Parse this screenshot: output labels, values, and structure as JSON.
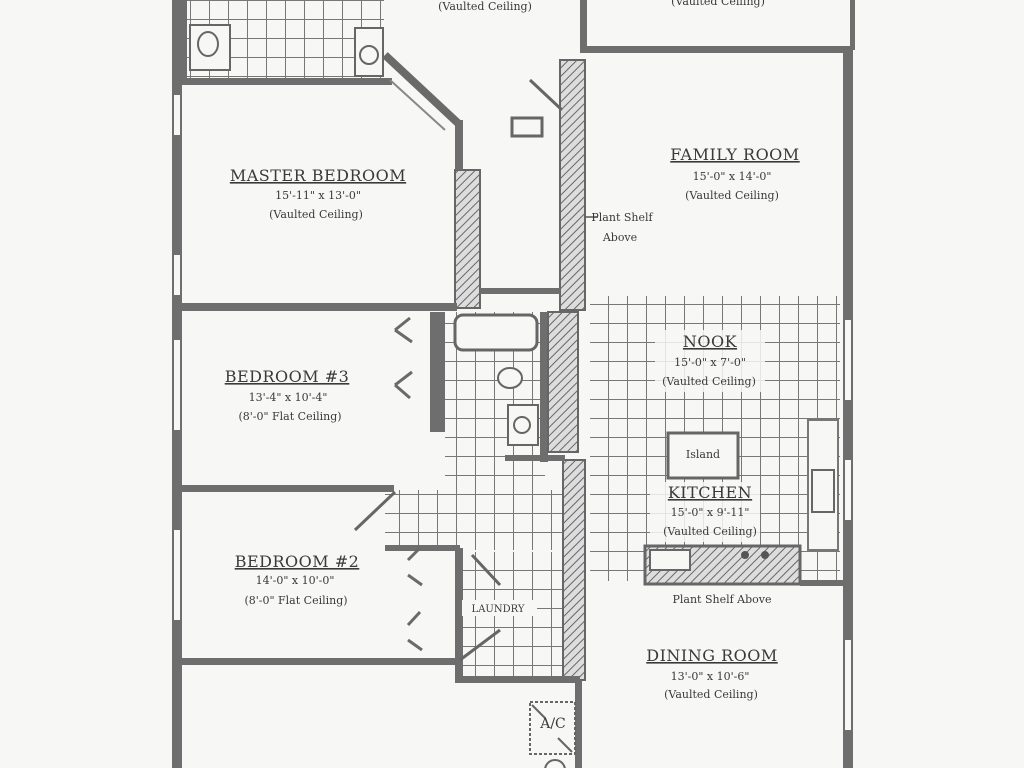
{
  "top_labels": {
    "left_ceiling": "(Vaulted Ceiling)",
    "right_ceiling": "(Vaulted Ceiling)"
  },
  "rooms": {
    "master_bedroom": {
      "name": "MASTER BEDROOM",
      "size": "15'-11\" x 13'-0\"",
      "ceiling": "(Vaulted Ceiling)"
    },
    "family_room": {
      "name": "FAMILY ROOM",
      "size": "15'-0\" x 14'-0\"",
      "ceiling": "(Vaulted Ceiling)"
    },
    "bedroom3": {
      "name": "BEDROOM #3",
      "size": "13'-4\" x 10'-4\"",
      "ceiling": "(8'-0\" Flat Ceiling)"
    },
    "nook": {
      "name": "NOOK",
      "size": "15'-0\" x 7'-0\"",
      "ceiling": "(Vaulted Ceiling)"
    },
    "kitchen": {
      "name": "KITCHEN",
      "size": "15'-0\" x 9'-11\"",
      "ceiling": "(Vaulted Ceiling)"
    },
    "bedroom2": {
      "name": "BEDROOM #2",
      "size": "14'-0\" x 10'-0\"",
      "ceiling": "(8'-0\" Flat Ceiling)"
    },
    "laundry": {
      "name": "LAUNDRY"
    },
    "dining_room": {
      "name": "DINING ROOM",
      "size": "13'-0\" x 10'-6\"",
      "ceiling": "(Vaulted Ceiling)"
    }
  },
  "notes": {
    "plant_shelf_line1": "Plant Shelf",
    "plant_shelf_line2": "Above",
    "kitchen_plant_shelf": "Plant Shelf Above",
    "island": "Island",
    "ac": "A/C"
  }
}
